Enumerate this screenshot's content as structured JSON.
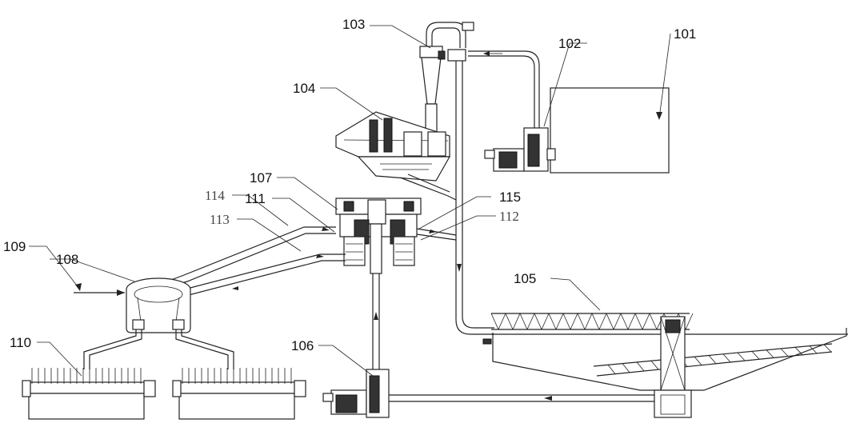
{
  "labels": {
    "l101": "101",
    "l102": "102",
    "l103": "103",
    "l104": "104",
    "l105": "105",
    "l106": "106",
    "l107": "107",
    "l108": "108",
    "l109": "109",
    "l110": "110",
    "l111": "111",
    "l112": "112",
    "l113": "113",
    "l114": "114",
    "l115": "115"
  },
  "colors": {
    "line": "#222222",
    "background": "#ffffff"
  }
}
